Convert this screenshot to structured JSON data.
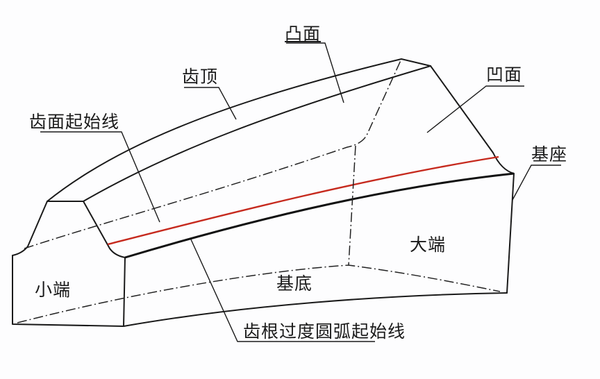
{
  "diagram": {
    "subject": "tooth block of spiral bevel gear",
    "colors": {
      "outline": "#1a1a1a",
      "highlight_line": "#c62a1e",
      "background": "#fdfdfe"
    },
    "labels": {
      "convex_face": "凸面",
      "tooth_top": "齿顶",
      "tooth_face_start_line": "齿面起始线",
      "concave_face": "凹面",
      "base_seat": "基座",
      "small_end": "小端",
      "large_end": "大端",
      "base_bottom": "基底",
      "root_fillet_start_line": "齿根过度圆弧起始线"
    }
  }
}
